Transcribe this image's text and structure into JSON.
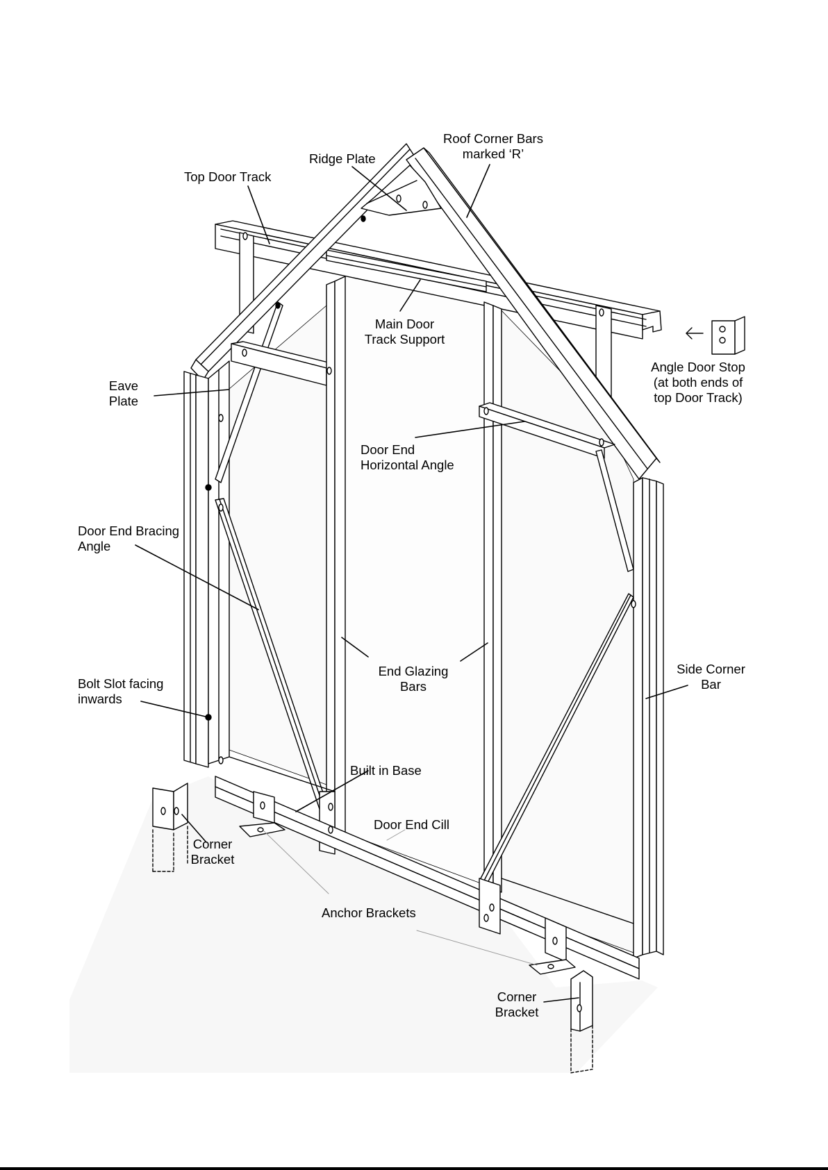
{
  "labels": {
    "roof_corner_bars": [
      "Roof Corner Bars",
      "marked ‘R’"
    ],
    "ridge_plate": [
      "Ridge Plate"
    ],
    "top_door_track": [
      "Top Door Track"
    ],
    "main_door_track_support": [
      "Main Door",
      "Track Support"
    ],
    "angle_door_stop": [
      "Angle Door Stop",
      "(at both ends of",
      "top Door Track)"
    ],
    "eave_plate": [
      "Eave",
      "Plate"
    ],
    "door_end_horizontal_angle": [
      "Door End",
      "Horizontal Angle"
    ],
    "door_end_bracing_angle": [
      "Door End Bracing",
      "Angle"
    ],
    "end_glazing_bars": [
      "End Glazing",
      "Bars"
    ],
    "side_corner_bar": [
      "Side Corner",
      "Bar"
    ],
    "bolt_slot": [
      "Bolt Slot facing",
      "inwards"
    ],
    "built_in_base": [
      "Built in Base"
    ],
    "door_end_cill": [
      "Door End Cill"
    ],
    "corner_bracket_left": [
      "Corner",
      "Bracket"
    ],
    "anchor_brackets": [
      "Anchor Brackets"
    ],
    "corner_bracket_right": [
      "Corner",
      "Bracket"
    ]
  },
  "colors": {
    "line": "#000000",
    "panel": "#fcfcfc",
    "bar_face": "#ffffff",
    "leader_light": "#9a9a9a"
  }
}
